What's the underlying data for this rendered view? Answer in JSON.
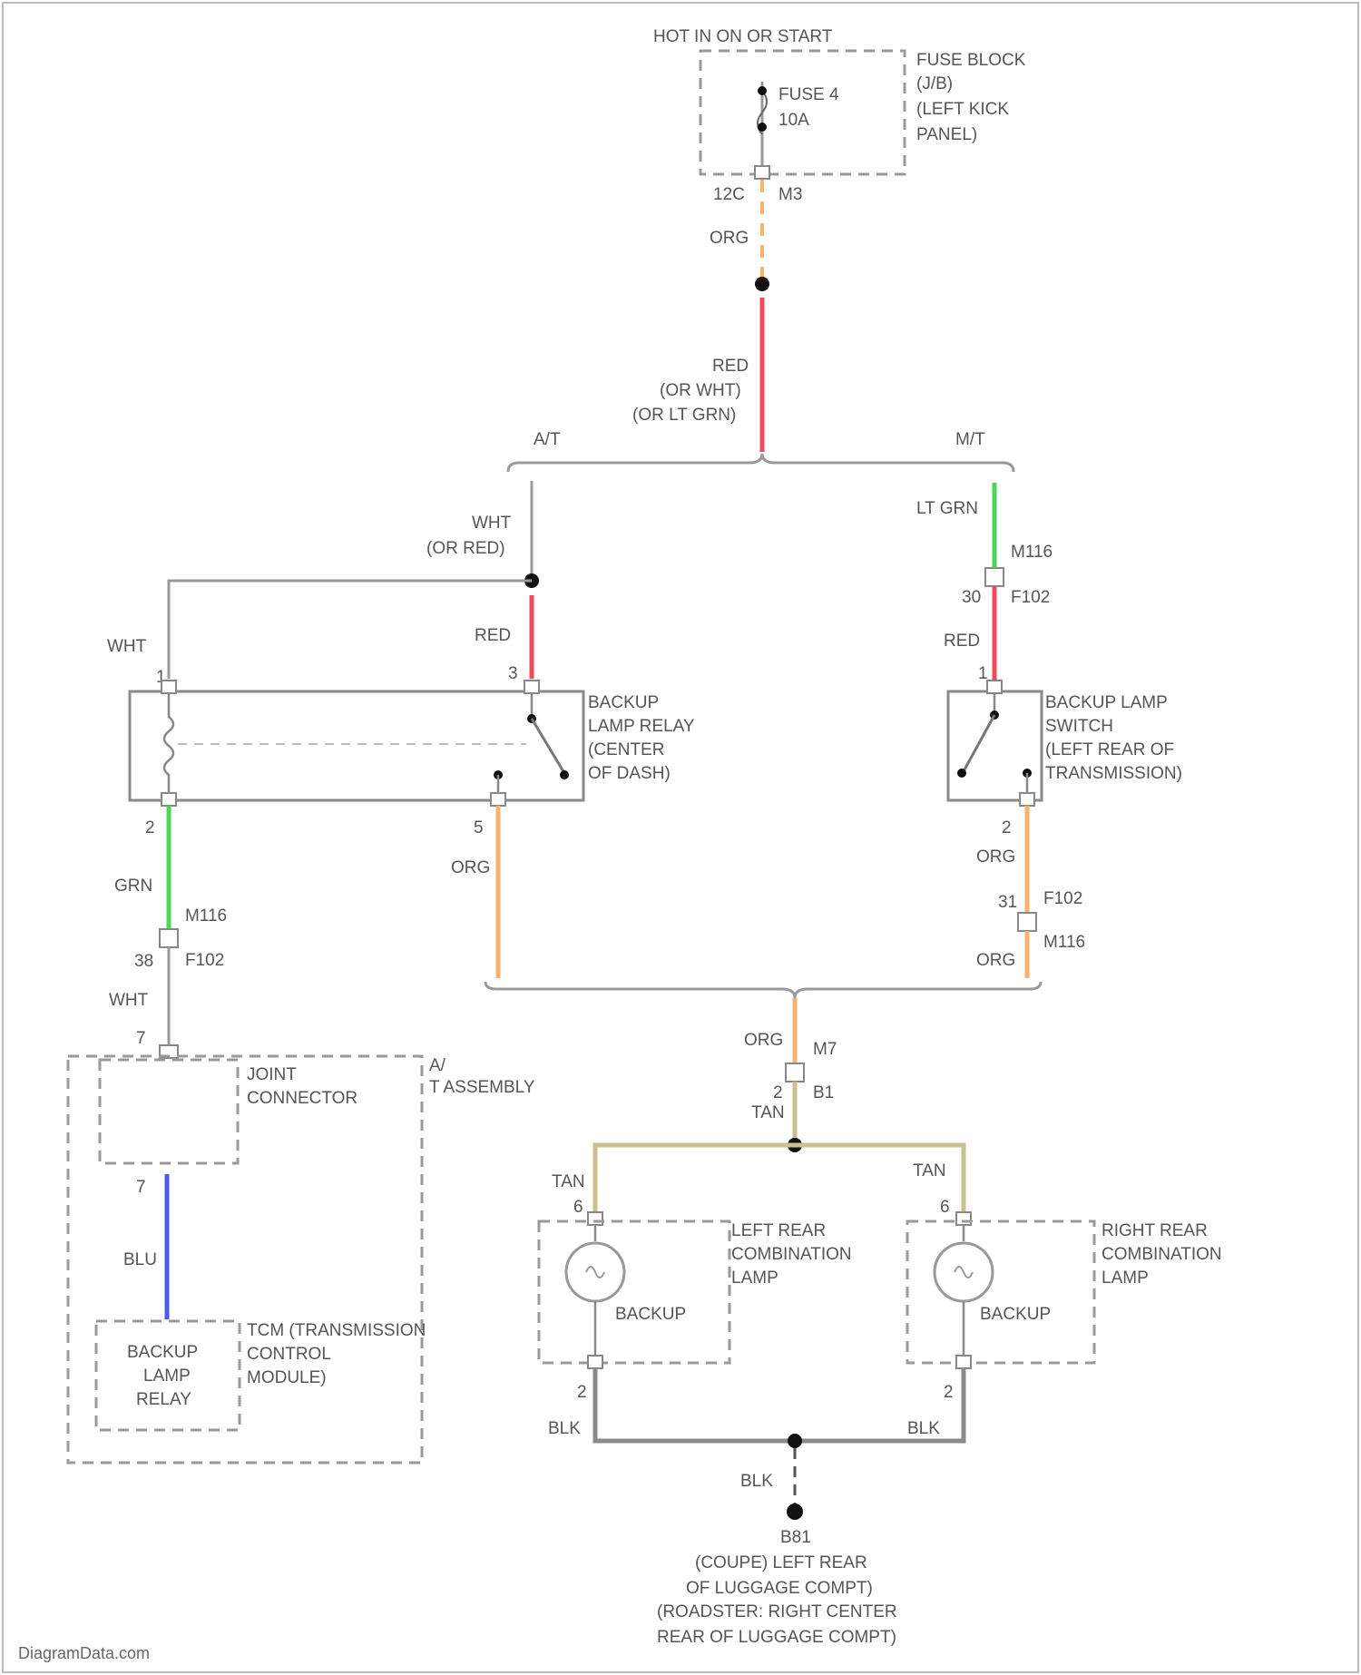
{
  "diagram": {
    "power_source": "HOT IN ON OR START",
    "fuse_block": {
      "fuse_label_1": "FUSE 4",
      "fuse_label_2": "10A",
      "location": [
        "FUSE BLOCK",
        "(J/B)",
        "(LEFT KICK",
        "PANEL)"
      ],
      "pin": "12C",
      "connector": "M3"
    },
    "wire_labels": {
      "org_top": "ORG",
      "red_main": [
        "RED",
        "(OR WHT)",
        "(OR LT GRN)"
      ],
      "at": "A/T",
      "mt": "M/T",
      "wht_or_red": [
        "WHT",
        "(OR RED)"
      ],
      "lt_grn": "LT GRN",
      "wht_left": "WHT",
      "red_relay": "RED",
      "red_switch": "RED",
      "grn": "GRN",
      "wht_lower": "WHT",
      "org_relay": "ORG",
      "org_switch_1": "ORG",
      "org_switch_2": "ORG",
      "org_junction": "ORG",
      "tan_main": "TAN",
      "tan_left": "TAN",
      "tan_right": "TAN",
      "blu": "BLU",
      "blk_left": "BLK",
      "blk_right": "BLK",
      "blk_ground": "BLK"
    },
    "connectors": {
      "m116_right": "M116",
      "f102_right": "F102",
      "m116_left": "M116",
      "f102_left": "F102",
      "f102_switch": "F102",
      "m116_switch": "M116",
      "b7": "M7",
      "b1": "B1"
    },
    "pins": {
      "mt_top": "30",
      "switch_in": "1",
      "relay_pin1": "1",
      "relay_pin3": "3",
      "relay_pin2": "2",
      "relay_pin5": "5",
      "switch_pin2": "2",
      "switch_f102": "31",
      "left_f102": "38",
      "joint_pin_top": "7",
      "joint_pin_bottom": "7",
      "junction_pin": "2",
      "left_lamp_top": "6",
      "left_lamp_bottom": "2",
      "right_lamp_top": "6",
      "right_lamp_bottom": "2"
    },
    "relay": [
      "BACKUP",
      "LAMP RELAY",
      "(CENTER",
      "OF DASH)"
    ],
    "switch": [
      "BACKUP LAMP",
      "SWITCH",
      "(LEFT REAR OF",
      "TRANSMISSION)"
    ],
    "at_assembly": [
      "A/",
      "T ASSEMBLY"
    ],
    "joint_connector": [
      "JOINT",
      "CONNECTOR"
    ],
    "tcm": [
      "TCM (TRANSMISSION",
      "CONTROL",
      "MODULE)"
    ],
    "tcm_relay": [
      "BACKUP",
      "LAMP",
      "RELAY"
    ],
    "left_lamp": [
      "LEFT REAR",
      "COMBINATION",
      "LAMP"
    ],
    "right_lamp": [
      "RIGHT REAR",
      "COMBINATION",
      "LAMP"
    ],
    "lamp_caption_left": "BACKUP",
    "lamp_caption_right": "BACKUP",
    "ground": {
      "id": "B81",
      "lines": [
        "(COUPE) LEFT REAR",
        "OF LUGGAGE COMPT)",
        "(ROADSTER: RIGHT CENTER",
        "REAR OF LUGGAGE COMPT)"
      ]
    },
    "watermark": "DiagramData.com",
    "wire_colors": {
      "org": "#f7b26c",
      "red": "#ee4b5e",
      "green": "#4fd45a",
      "blue": "#4b5bf0",
      "tan": "#c9c08f",
      "gray": "#9a9a9a"
    }
  }
}
